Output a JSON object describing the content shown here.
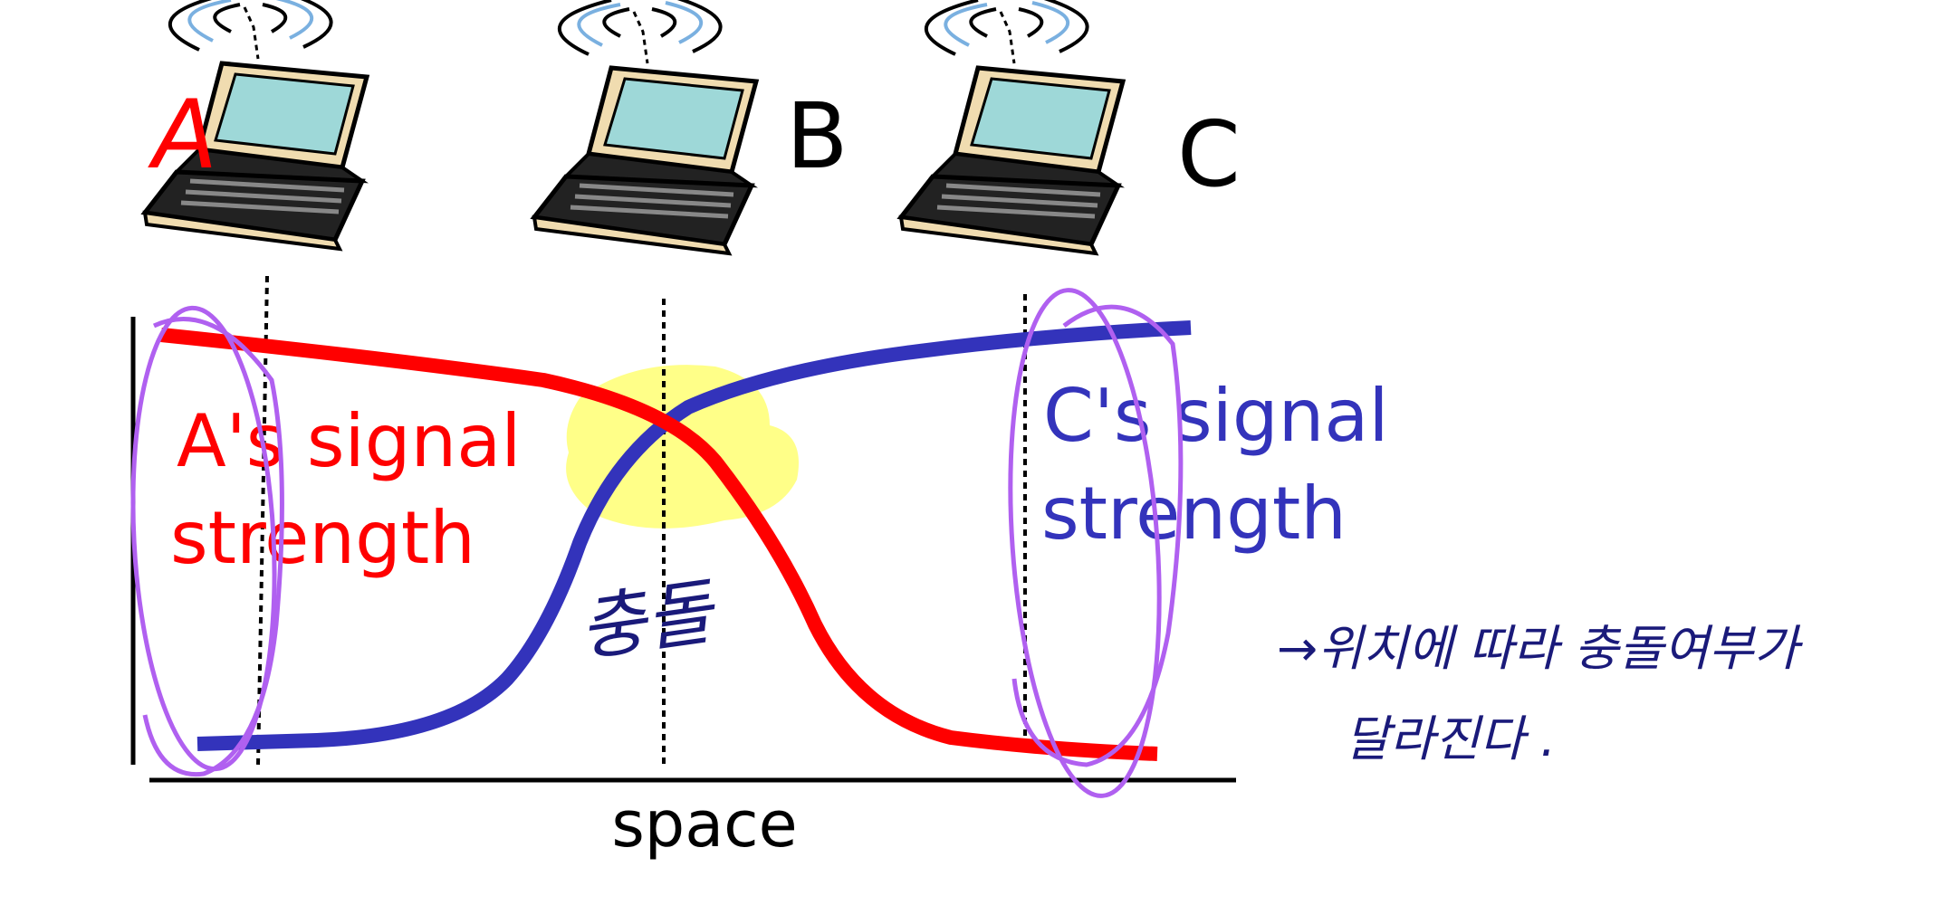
{
  "stations": {
    "a": {
      "label": "A"
    },
    "b": {
      "label": "B"
    },
    "c": {
      "label": "C"
    }
  },
  "signals": {
    "a_label_line1": "A's signal",
    "a_label_line2": "strength",
    "c_label_line1": "C's signal",
    "c_label_line2": "strength"
  },
  "axis": {
    "xlabel": "space"
  },
  "annotations": {
    "collision": "충돌",
    "note_line1": "→위치에 따라 충돌여부가",
    "note_line2": "달라진다 ."
  },
  "colors": {
    "a_signal": "#ff0000",
    "c_signal": "#3333bb",
    "highlight": "#ffff88",
    "circle": "#b060f0",
    "ink": "#1a1a7a"
  }
}
